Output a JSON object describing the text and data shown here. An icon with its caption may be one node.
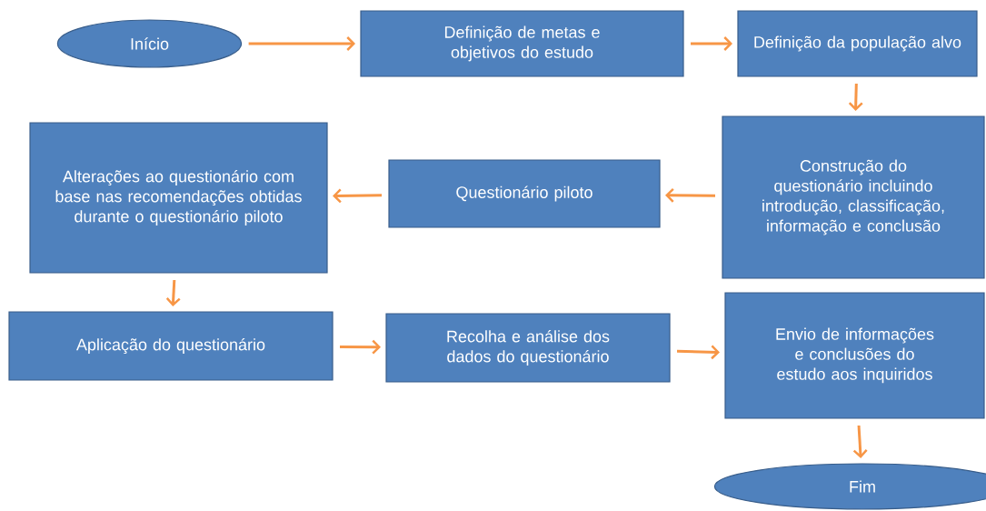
{
  "diagram": {
    "nodes": [
      {
        "text": [
          "Início"
        ]
      },
      {
        "text": [
          "Definição de metas e objetivos do estudo"
        ]
      },
      {
        "text": [
          "Definição da população alvo"
        ]
      },
      {
        "text": [
          "Construção do questionário incluindo introdução, classificação, informação e conclusão"
        ]
      },
      {
        "text": [
          "Questionário piloto"
        ]
      },
      {
        "text": [
          "Alterações ao questionário com base nas recomendações obtidas durante o questionário piloto"
        ]
      },
      {
        "text": [
          "Aplicação do questionário"
        ]
      },
      {
        "text": [
          "Recolha e análise dos dados do questionário"
        ]
      },
      {
        "text": [
          "Envio de informações e conclusões do estudo aos inquiridos"
        ]
      },
      {
        "text": [
          "Fim"
        ]
      }
    ],
    "edges": [
      {
        "from": 0,
        "to": 1,
        "arrow": "to"
      },
      {
        "from": 1,
        "to": 2,
        "arrow": "to"
      },
      {
        "from": 2,
        "to": 3,
        "arrow": "to"
      },
      {
        "from": 3,
        "to": 4,
        "arrow": "to"
      },
      {
        "from": 4,
        "to": 5,
        "arrow": "to"
      },
      {
        "from": 5,
        "to": 6,
        "arrow": "to"
      },
      {
        "from": 6,
        "to": 7,
        "arrow": "to"
      },
      {
        "from": 7,
        "to": 8,
        "arrow": "to"
      },
      {
        "from": 8,
        "to": 9,
        "arrow": "to"
      }
    ]
  }
}
